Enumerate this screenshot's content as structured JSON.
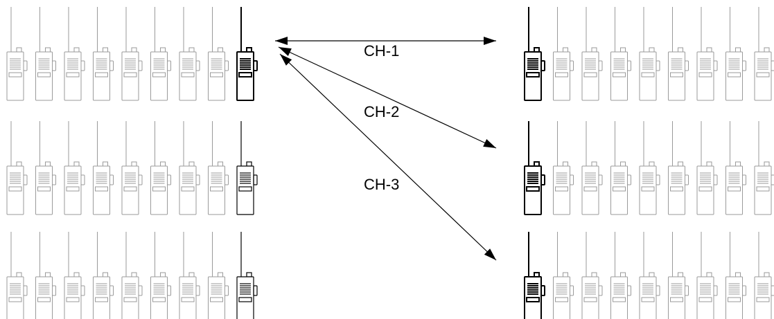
{
  "channels": [
    {
      "label": "CH-1",
      "left_group": 0,
      "right_group": 0
    },
    {
      "label": "CH-2",
      "left_group": 0,
      "right_group": 1
    },
    {
      "label": "CH-3",
      "left_group": 0,
      "right_group": 2
    }
  ],
  "left_groups": [
    {
      "radios": 9,
      "active_position": "rightmost",
      "active_emphasis": "bold"
    },
    {
      "radios": 9,
      "active_position": "rightmost",
      "active_emphasis": "normal"
    },
    {
      "radios": 9,
      "active_position": "rightmost",
      "active_emphasis": "normal"
    }
  ],
  "right_groups": [
    {
      "radios": 9,
      "active_position": "leftmost",
      "active_emphasis": "bold"
    },
    {
      "radios": 9,
      "active_position": "leftmost",
      "active_emphasis": "bold"
    },
    {
      "radios": 9,
      "active_position": "leftmost",
      "active_emphasis": "bold"
    }
  ],
  "colors": {
    "line": "#000000",
    "inactive_radio": "#9a9a9a",
    "background": "#ffffff"
  },
  "icons": {
    "radio": "walkie-talkie-icon"
  }
}
